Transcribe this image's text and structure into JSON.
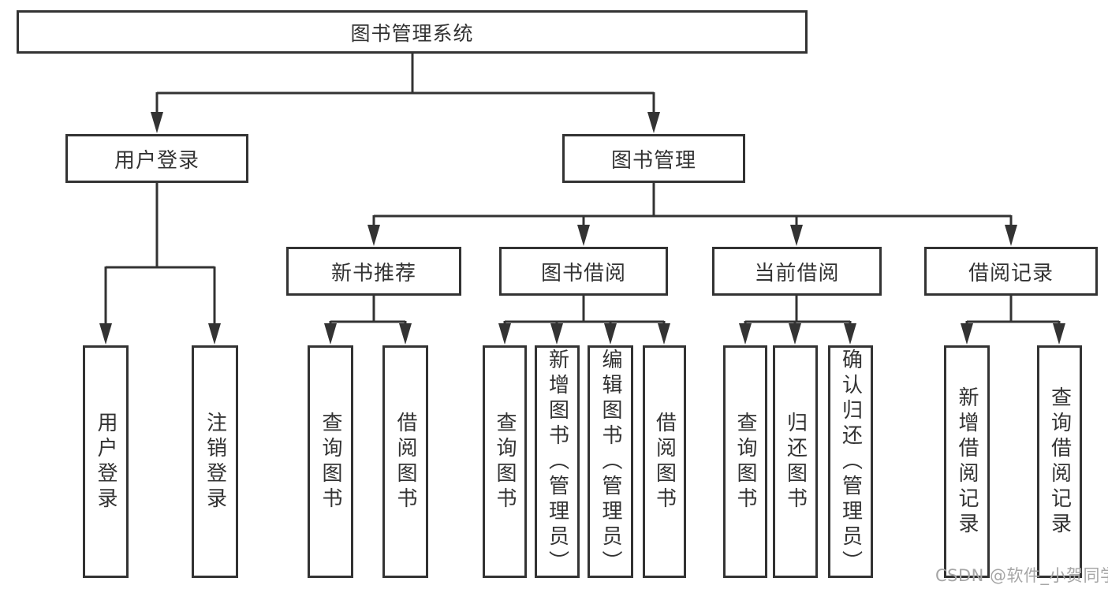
{
  "colors": {
    "line": "#333333",
    "node_border": "#333333",
    "node_text": "#333333",
    "background": "#ffffff",
    "watermark": "#a6a6a6"
  },
  "watermark": {
    "text": "CSDN @软件_小贺同学"
  },
  "tree": {
    "label": "图书管理系统",
    "children": [
      {
        "label": "用户登录",
        "children": [
          {
            "label": "用户登录"
          },
          {
            "label": "注销登录"
          }
        ]
      },
      {
        "label": "图书管理",
        "children": [
          {
            "label": "新书推荐",
            "children": [
              {
                "label": "查询图书"
              },
              {
                "label": "借阅图书"
              }
            ]
          },
          {
            "label": "图书借阅",
            "children": [
              {
                "label": "查询图书"
              },
              {
                "label": "新增图书（管理员）"
              },
              {
                "label": "编辑图书（管理员）"
              },
              {
                "label": "借阅图书"
              }
            ]
          },
          {
            "label": "当前借阅",
            "children": [
              {
                "label": "查询图书"
              },
              {
                "label": "归还图书"
              },
              {
                "label": "确认归还（管理员）"
              }
            ]
          },
          {
            "label": "借阅记录",
            "children": [
              {
                "label": "新增借阅记录"
              },
              {
                "label": "查询借阅记录"
              }
            ]
          }
        ]
      }
    ]
  }
}
